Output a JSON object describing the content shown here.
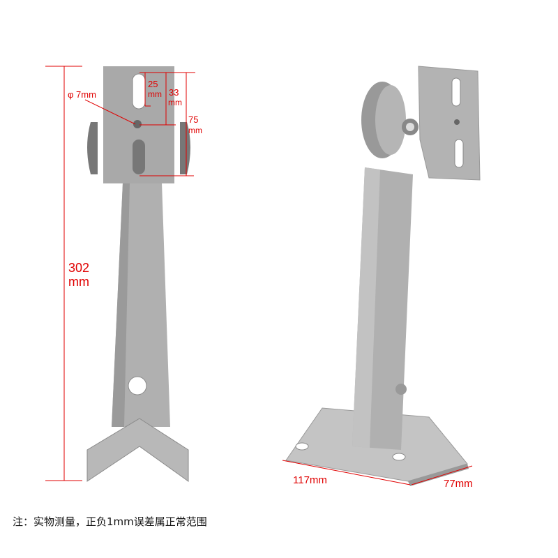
{
  "colors": {
    "dimension": "#e00000",
    "metal": "#a9a9a9",
    "metal_dark": "#8a8a8a"
  },
  "front_view": {
    "height_value": "302",
    "height_unit": "mm",
    "slot_value": "25",
    "slot_unit": "mm",
    "center_value": "33",
    "center_unit": "mm",
    "plate_value": "75",
    "plate_unit": "mm",
    "hole_label": "φ 7mm"
  },
  "side_view": {
    "base_length": "117mm",
    "base_width": "77mm"
  },
  "note": "注：实物测量，正负1mm误差属正常范围"
}
